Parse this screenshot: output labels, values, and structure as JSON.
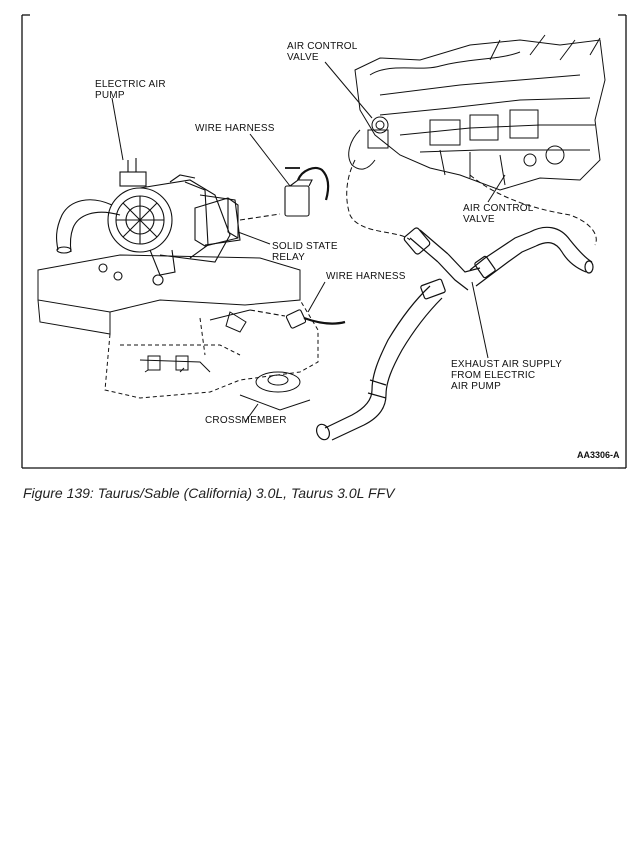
{
  "labels": {
    "electric_air_pump": "ELECTRIC AIR\nPUMP",
    "wire_harness_top": "WIRE HARNESS",
    "solid_state_relay": "SOLID STATE\nRELAY",
    "wire_harness_mid": "WIRE HARNESS",
    "crossmember": "CROSSMEMBER",
    "air_control_valve_top": "AIR CONTROL\nVALVE",
    "air_control_valve_mid": "AIR CONTROL\nVALVE",
    "exhaust_air_supply": "EXHAUST AIR SUPPLY\nFROM ELECTRIC\nAIR PUMP"
  },
  "figure_code": "AA3306-A",
  "caption": "Figure 139: Taurus/Sable (California) 3.0L, Taurus 3.0L FFV"
}
